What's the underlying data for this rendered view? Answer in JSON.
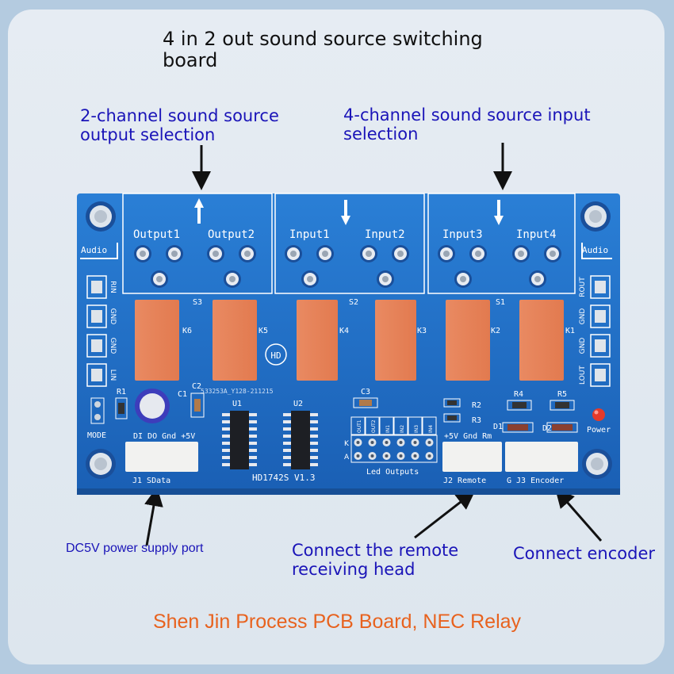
{
  "title": "4 in 2 out sound source switching board",
  "callouts": {
    "output_selection": "2-channel sound source output selection",
    "input_selection": "4-channel sound source input selection",
    "power_port": "DC5V power supply port",
    "remote": "Connect the remote receiving head",
    "encoder": "Connect encoder"
  },
  "footer": "Shen Jin Process PCB Board, NEC Relay",
  "board": {
    "model": "HD1742S V1.3",
    "logo": "HD",
    "serial": "533253A_Y128-211215",
    "jacks": [
      "Output1",
      "Output2",
      "Input1",
      "Input2",
      "Input3",
      "Input4"
    ],
    "switch_labels": [
      "S3",
      "S2",
      "S1"
    ],
    "relays": [
      "K6",
      "K5",
      "K4",
      "K3",
      "K2",
      "K1"
    ],
    "audio_label": "Audio",
    "left_header": [
      "RIN",
      "GND",
      "GND",
      "LIN"
    ],
    "right_header": [
      "ROUT",
      "GND",
      "GND",
      "LOUT"
    ],
    "mode_label": "MODE",
    "components": {
      "r1": "R1",
      "c1": "C1",
      "c2": "C2",
      "c3": "C3",
      "u1": "U1",
      "u2": "U2",
      "r2": "R2",
      "r3": "R3",
      "r4": "R4",
      "r5": "R5",
      "d1": "D1",
      "d2": "D2"
    },
    "power_led_label": "Power",
    "j1": {
      "pins": "DI DO Gnd +5V",
      "label": "J1  SData"
    },
    "j2": {
      "pins": "+5V Gnd Rm",
      "label": "J2 Remote"
    },
    "j3": {
      "label": "G J3 Encoder"
    },
    "led_outputs": {
      "columns": [
        "OUT1",
        "OUT2",
        "IN1",
        "IN2",
        "IN3",
        "IN4"
      ],
      "rows": [
        "K",
        "A"
      ],
      "label": "Led Outputs"
    }
  },
  "colors": {
    "pcb": "#1f6fc6",
    "relay": "#e8825a",
    "callout_text": "#1a14b8",
    "footer_text": "#e8621e",
    "led": "#e53a2a"
  }
}
